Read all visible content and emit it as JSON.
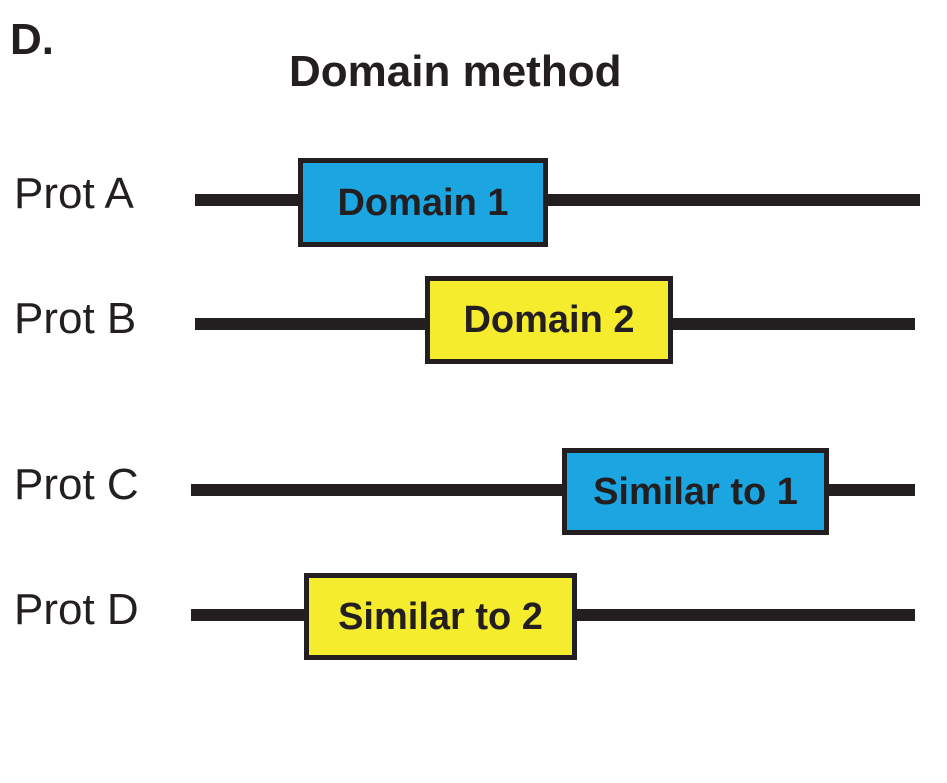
{
  "panel_label": "D.",
  "title": "Domain method",
  "colors": {
    "domain_blue": "#1ba6e2",
    "domain_yellow": "#f6ec2e",
    "line": "#231f20"
  },
  "proteins": [
    {
      "label": "Prot A",
      "domain": {
        "label": "Domain 1",
        "color": "#1ba6e2"
      }
    },
    {
      "label": "Prot B",
      "domain": {
        "label": "Domain 2",
        "color": "#f6ec2e"
      }
    },
    {
      "label": "Prot C",
      "domain": {
        "label": "Similar to 1",
        "color": "#1ba6e2"
      }
    },
    {
      "label": "Prot D",
      "domain": {
        "label": "Similar to 2",
        "color": "#f6ec2e"
      }
    }
  ]
}
